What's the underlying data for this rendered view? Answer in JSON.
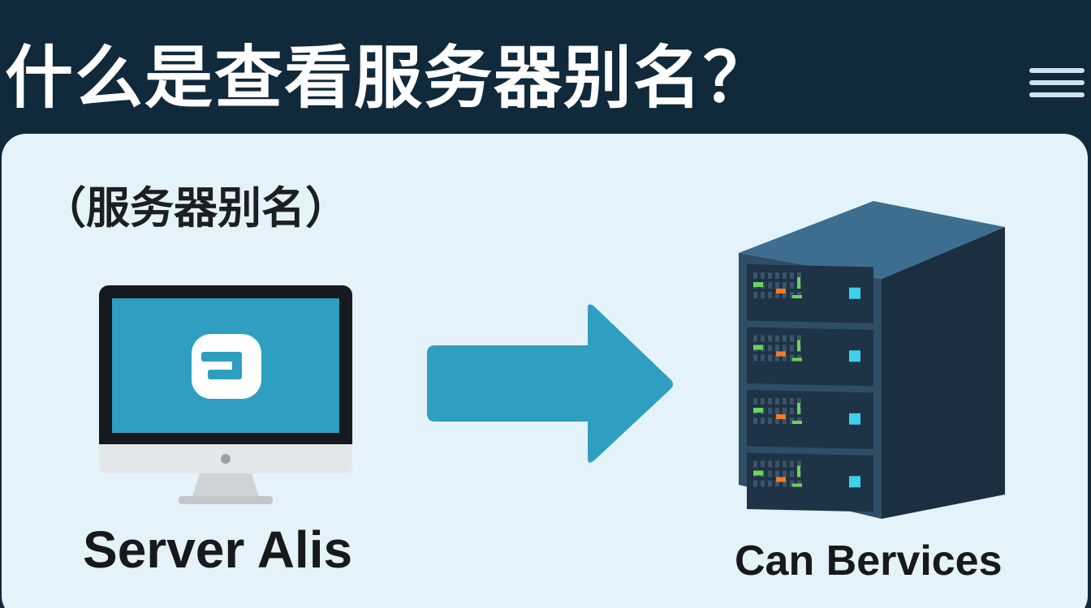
{
  "header": {
    "title": "什么是查看服务器别名？",
    "menu_icon": "hamburger-menu-icon"
  },
  "panel": {
    "subtitle": "（服务器别名）"
  },
  "diagram": {
    "source": {
      "icon": "desktop-computer-icon",
      "screen_icon": "app-logo-icon",
      "label": "Server Alis"
    },
    "connector": {
      "icon": "arrow-right-icon"
    },
    "target": {
      "icon": "server-rack-icon",
      "label": "Can Bervices",
      "units": 4
    }
  },
  "colors": {
    "header_bg": "#10293b",
    "panel_bg": "#e4f2f9",
    "accent": "#2e9fc0",
    "server_dark": "#1e3446",
    "led_green": "#6ed35a",
    "led_orange": "#f07a2a",
    "led_cyan": "#3fd0ea"
  }
}
